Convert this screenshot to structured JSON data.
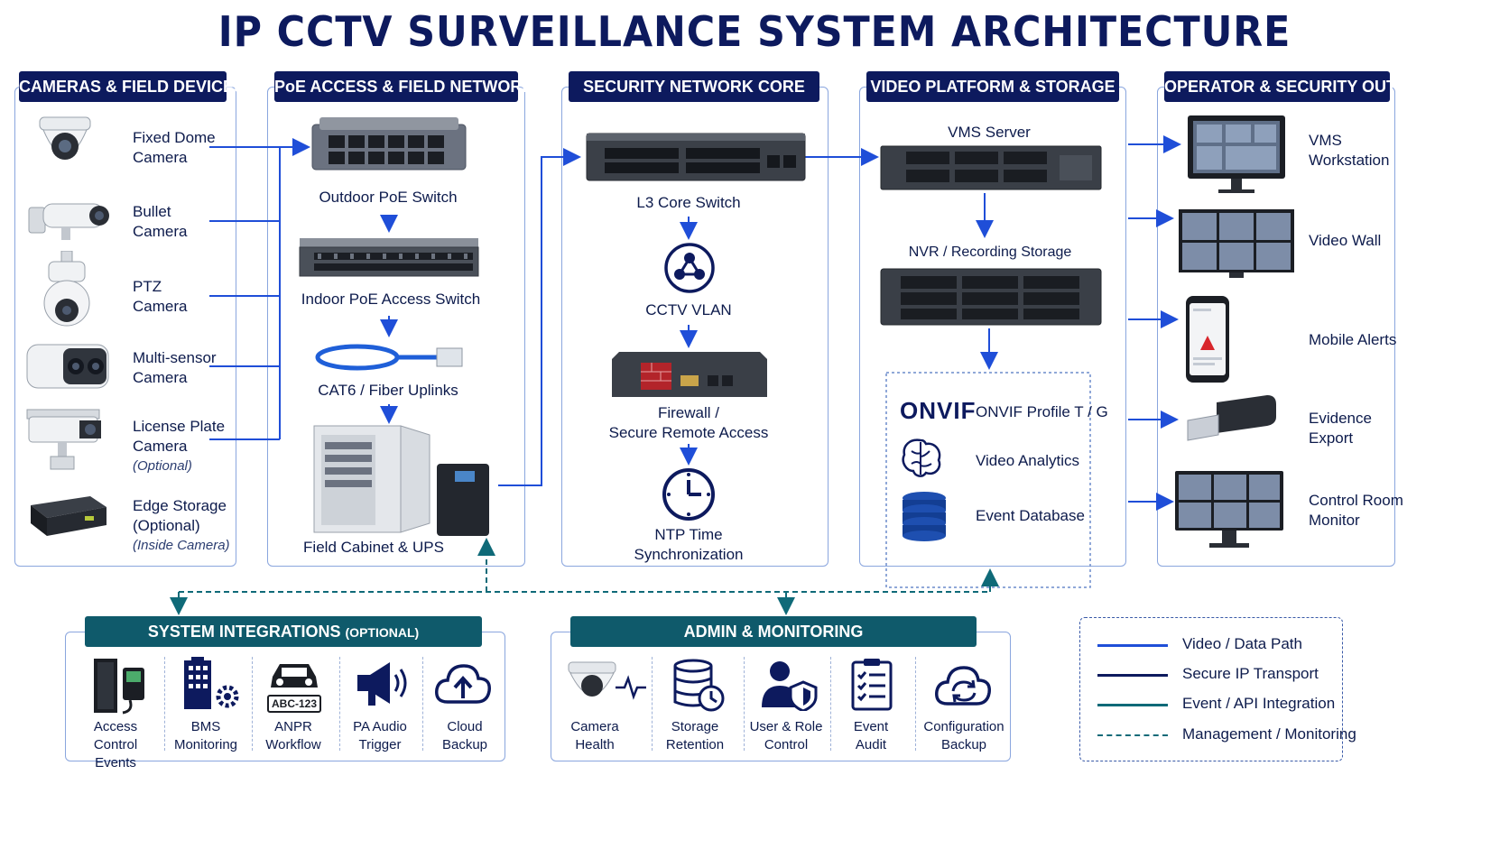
{
  "title": "IP CCTV SURVEILLANCE SYSTEM ARCHITECTURE",
  "colors": {
    "navy": "#0d1a5e",
    "teal": "#0f5a6b",
    "arrow_blue": "#1f4ed8",
    "panel_border": "#8aa6de"
  },
  "columns": {
    "cameras": {
      "header": "CAMERAS & FIELD DEVICES",
      "items": [
        {
          "label": "Fixed Dome Camera",
          "line1": "Fixed Dome",
          "line2": "Camera",
          "icon": "dome-camera-icon"
        },
        {
          "label": "Bullet Camera",
          "line1": "Bullet",
          "line2": "Camera",
          "icon": "bullet-camera-icon"
        },
        {
          "label": "PTZ Camera",
          "line1": "PTZ",
          "line2": "Camera",
          "icon": "ptz-camera-icon"
        },
        {
          "label": "Multi-sensor Camera",
          "line1": "Multi-sensor",
          "line2": "Camera",
          "icon": "multisensor-camera-icon"
        },
        {
          "label": "License Plate Camera",
          "line1": "License Plate",
          "line2": "Camera",
          "note": "(Optional)",
          "icon": "license-plate-camera-icon"
        },
        {
          "label": "Edge Storage",
          "line1": "Edge Storage",
          "line2": "(Optional)",
          "note": "(Inside Camera)",
          "icon": "edge-storage-icon"
        }
      ]
    },
    "poe": {
      "header": "PoE ACCESS & FIELD NETWORK",
      "items": [
        {
          "label": "Outdoor PoE Switch",
          "icon": "outdoor-switch-icon"
        },
        {
          "label": "Indoor PoE Access Switch",
          "icon": "indoor-switch-icon"
        },
        {
          "label": "CAT6 / Fiber Uplinks",
          "icon": "ethernet-cable-icon"
        },
        {
          "label": "Field Cabinet & UPS",
          "icon": "field-cabinet-icon"
        }
      ]
    },
    "core": {
      "header": "SECURITY NETWORK CORE",
      "items": [
        {
          "label": "L3 Core Switch",
          "icon": "core-switch-icon"
        },
        {
          "label": "CCTV VLAN",
          "icon": "vlan-icon"
        },
        {
          "line1": "Firewall /",
          "line2": "Secure Remote Access",
          "icon": "firewall-icon"
        },
        {
          "line1": "NTP Time",
          "line2": "Synchronization",
          "icon": "clock-icon"
        }
      ]
    },
    "platform": {
      "header": "VIDEO PLATFORM & STORAGE",
      "vms": "VMS Server",
      "nvr": "NVR / Recording Storage",
      "onvif_logo": "ONVIF",
      "features": [
        {
          "label": "ONVIF Profile T / G",
          "icon": "onvif-logo-icon"
        },
        {
          "label": "Video Analytics",
          "icon": "brain-icon"
        },
        {
          "label": "Event Database",
          "icon": "database-icon"
        }
      ]
    },
    "outputs": {
      "header": "OPERATOR & SECURITY OUTPUTS",
      "items": [
        {
          "line1": "VMS",
          "line2": "Workstation",
          "icon": "workstation-icon"
        },
        {
          "line1": "Video Wall",
          "line2": "",
          "icon": "video-wall-icon"
        },
        {
          "line1": "Mobile Alerts",
          "line2": "",
          "icon": "mobile-phone-icon"
        },
        {
          "line1": "Evidence",
          "line2": "Export",
          "icon": "usb-drive-icon"
        },
        {
          "line1": "Control Room",
          "line2": "Monitor",
          "icon": "monitor-icon"
        }
      ]
    }
  },
  "integrations": {
    "header_main": "SYSTEM INTEGRATIONS",
    "header_sub": "(OPTIONAL)",
    "items": [
      {
        "line1": "Access Control",
        "line2": "Events",
        "icon": "access-control-icon"
      },
      {
        "line1": "BMS",
        "line2": "Monitoring",
        "icon": "building-icon"
      },
      {
        "line1": "ANPR",
        "line2": "Workflow",
        "icon": "car-icon",
        "plate": "ABC-123"
      },
      {
        "line1": "PA Audio",
        "line2": "Trigger",
        "icon": "megaphone-icon"
      },
      {
        "line1": "Cloud",
        "line2": "Backup",
        "icon": "cloud-upload-icon"
      }
    ]
  },
  "admin": {
    "header": "ADMIN & MONITORING",
    "items": [
      {
        "line1": "Camera",
        "line2": "Health",
        "icon": "camera-health-icon"
      },
      {
        "line1": "Storage",
        "line2": "Retention",
        "icon": "storage-retention-icon"
      },
      {
        "line1": "User & Role",
        "line2": "Control",
        "icon": "user-shield-icon"
      },
      {
        "line1": "Event",
        "line2": "Audit",
        "icon": "checklist-icon"
      },
      {
        "line1": "Configuration",
        "line2": "Backup",
        "icon": "cloud-sync-icon"
      }
    ]
  },
  "legend": [
    {
      "label": "Video / Data Path",
      "color": "#1f4ed8",
      "style": "solid"
    },
    {
      "label": "Secure IP Transport",
      "color": "#0d1a5e",
      "style": "solid"
    },
    {
      "label": "Event / API Integration",
      "color": "#0f6a78",
      "style": "solid"
    },
    {
      "label": "Management / Monitoring",
      "color": "#0f6a78",
      "style": "dashed"
    }
  ]
}
